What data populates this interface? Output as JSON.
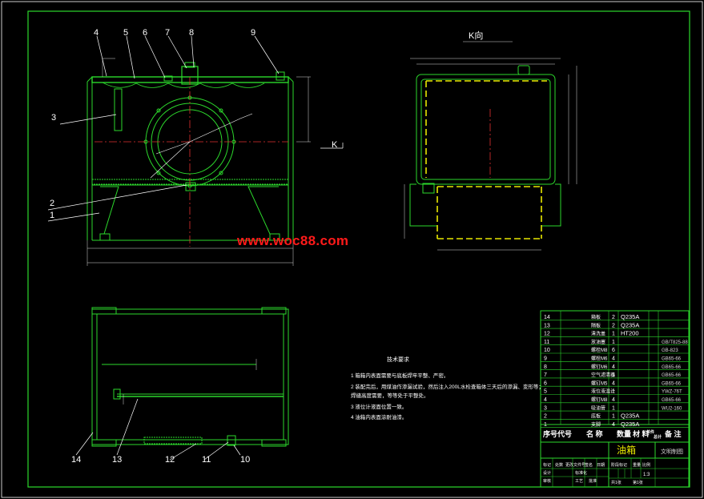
{
  "colors": {
    "background": "#000000",
    "outline": "#2cd82c",
    "centerline": "#e03030",
    "hidden": "#e8e800",
    "text": "#ffffff",
    "dim": "#d8d8d8",
    "watermark": "#ff1a1a"
  },
  "view_labels": {
    "k_view": "K向",
    "k_arrow": "K"
  },
  "callouts": {
    "n1": "1",
    "n2": "2",
    "n3": "3",
    "n4": "4",
    "n5": "5",
    "n6": "6",
    "n7": "7",
    "n8": "8",
    "n9": "9",
    "n10": "10",
    "n11": "11",
    "n12": "12",
    "n13": "13",
    "n14": "14"
  },
  "watermark": "www.woc88.com",
  "notes": {
    "title": "技术要求",
    "items": [
      "1  箱箱内表面需要与底板焊牢平整、严密。",
      "2  装配完后，用煤油作渗漏试验，然后注入200L水检查箱体三天后的渗漏、变形等；",
      "   焊缝高度需要，等等处于平整处。",
      "3  液位计液面位置一致。",
      "4  油箱内表面涂耐油漆。"
    ]
  },
  "bom": {
    "rows": [
      {
        "no": "14",
        "name": "箱板",
        "qty": "2",
        "material": "Q235A",
        "note": ""
      },
      {
        "no": "13",
        "name": "隔板",
        "qty": "2",
        "material": "Q235A",
        "note": ""
      },
      {
        "no": "12",
        "name": "清洗盖",
        "qty": "1",
        "material": "HT200",
        "note": ""
      },
      {
        "no": "11",
        "name": "放油塞",
        "qty": "1",
        "material": "",
        "note": "GB/T825-88"
      },
      {
        "no": "10",
        "name": "螺栓M8",
        "qty": "6",
        "material": "",
        "note": "GB-823"
      },
      {
        "no": "9",
        "name": "螺栓M6",
        "qty": "4",
        "material": "",
        "note": "GB65-66"
      },
      {
        "no": "8",
        "name": "螺钉M6",
        "qty": "4",
        "material": "",
        "note": "GB65-66"
      },
      {
        "no": "7",
        "name": "空气滤清器",
        "qty": "1",
        "material": "",
        "note": "GB65-66"
      },
      {
        "no": "6",
        "name": "螺钉M5",
        "qty": "4",
        "material": "",
        "note": "GB65-66"
      },
      {
        "no": "5",
        "name": "液位液温计",
        "qty": "1",
        "material": "",
        "note": "YWZ-76T"
      },
      {
        "no": "4",
        "name": "螺钉M8",
        "qty": "4",
        "material": "",
        "note": "GB65-66"
      },
      {
        "no": "3",
        "name": "吸油管",
        "qty": "1",
        "material": "",
        "note": "WU2-160"
      },
      {
        "no": "2",
        "name": "底板",
        "qty": "1",
        "material": "Q235A",
        "note": ""
      },
      {
        "no": "1",
        "name": "支脚",
        "qty": "4",
        "material": "Q235A",
        "note": ""
      }
    ],
    "header": {
      "seq_code": "序号代号",
      "name": "名 称",
      "qty": "数量",
      "material": "材 料",
      "unit_weight": "单件",
      "total_weight": "总计",
      "remark": "备 注"
    },
    "title_block": {
      "part_name": "油箱",
      "drawing_no": "文明制图",
      "row1": [
        "标记",
        "处数",
        "更改文件号",
        "签名",
        "日期"
      ],
      "row2": [
        "设计",
        "",
        "标准化",
        ""
      ],
      "row3": [
        "审核",
        "",
        "",
        ""
      ],
      "row4": [
        "工艺",
        "",
        "批准",
        ""
      ],
      "stage_labels": [
        "阶段标记",
        "重量",
        "比例"
      ],
      "scale": "1:3",
      "sheets": "共1张",
      "sheet": "第1张"
    }
  }
}
